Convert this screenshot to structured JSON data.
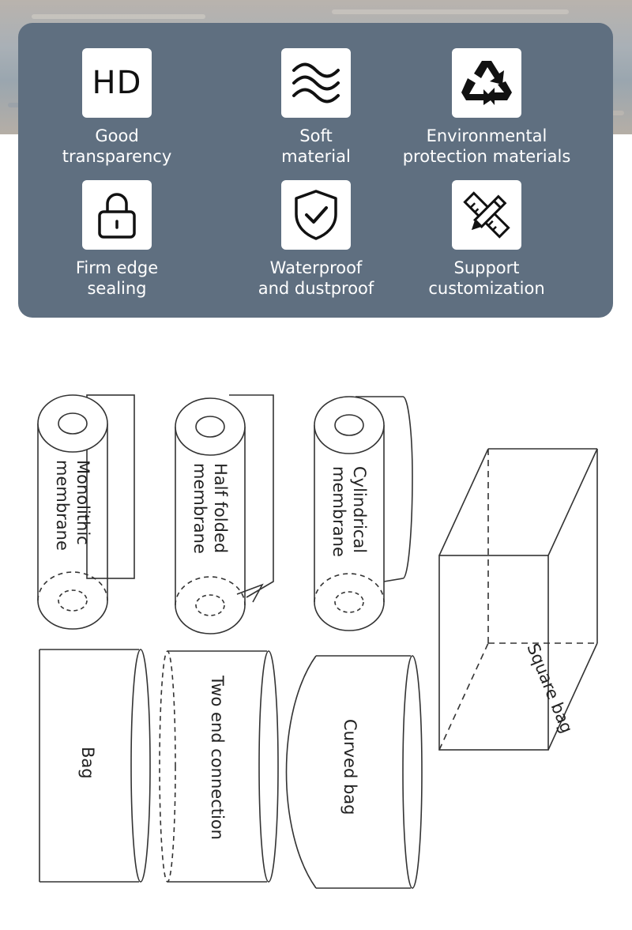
{
  "features": [
    {
      "icon": "hd-icon",
      "icon_text": "HD",
      "label": "Good\ntransparency"
    },
    {
      "icon": "waves-icon",
      "label": "Soft\nmaterial"
    },
    {
      "icon": "recycle-icon",
      "label": "Environmental\nprotection materials"
    },
    {
      "icon": "lock-icon",
      "label": "Firm edge\nsealing"
    },
    {
      "icon": "shield-check-icon",
      "label": "Waterproof\nand dustproof"
    },
    {
      "icon": "pencil-ruler-icon",
      "label": "Support\ncustomization"
    }
  ],
  "types": {
    "monolithic": [
      "Monolithic",
      "membrane"
    ],
    "half_folded": [
      "Half folded",
      "membrane"
    ],
    "cylindrical": [
      "Cylindrical",
      "membrane"
    ],
    "square_bag": "Square bag",
    "bag": "Bag",
    "two_end": "Two end connection",
    "curved_bag": "Curved bag"
  },
  "colors": {
    "panel": "#5f6f80",
    "icon_bg": "#ffffff",
    "line": "#333333"
  }
}
